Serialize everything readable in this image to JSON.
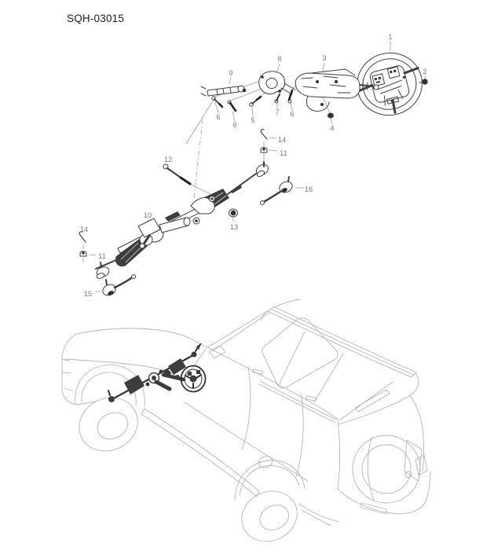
{
  "title": "SQH-03015",
  "diagram": {
    "description": "steering-gear-and-linkage-exploded-view",
    "figures": [
      "steering-parts-exploded-view",
      "vehicle-location-line-art"
    ],
    "colors": {
      "background": "#ffffff",
      "title_text": "#1a1a1a",
      "part_line": "#3f3f3f",
      "dark_part": "#2f2f2f",
      "leader_line": "#9a9a9a",
      "callout_text": "#7a7a7a",
      "vehicle_line": "#b4b4b4"
    },
    "callouts": [
      {
        "label": "1"
      },
      {
        "label": "2"
      },
      {
        "label": "3"
      },
      {
        "label": "8"
      },
      {
        "label": "9"
      },
      {
        "label": "6"
      },
      {
        "label": "6"
      },
      {
        "label": "5"
      },
      {
        "label": "7"
      },
      {
        "label": "6"
      },
      {
        "label": "4"
      },
      {
        "label": "14"
      },
      {
        "label": "11"
      },
      {
        "label": "16"
      },
      {
        "label": "12"
      },
      {
        "label": "10"
      },
      {
        "label": "13"
      },
      {
        "label": "14"
      },
      {
        "label": "11"
      },
      {
        "label": "15"
      }
    ]
  }
}
